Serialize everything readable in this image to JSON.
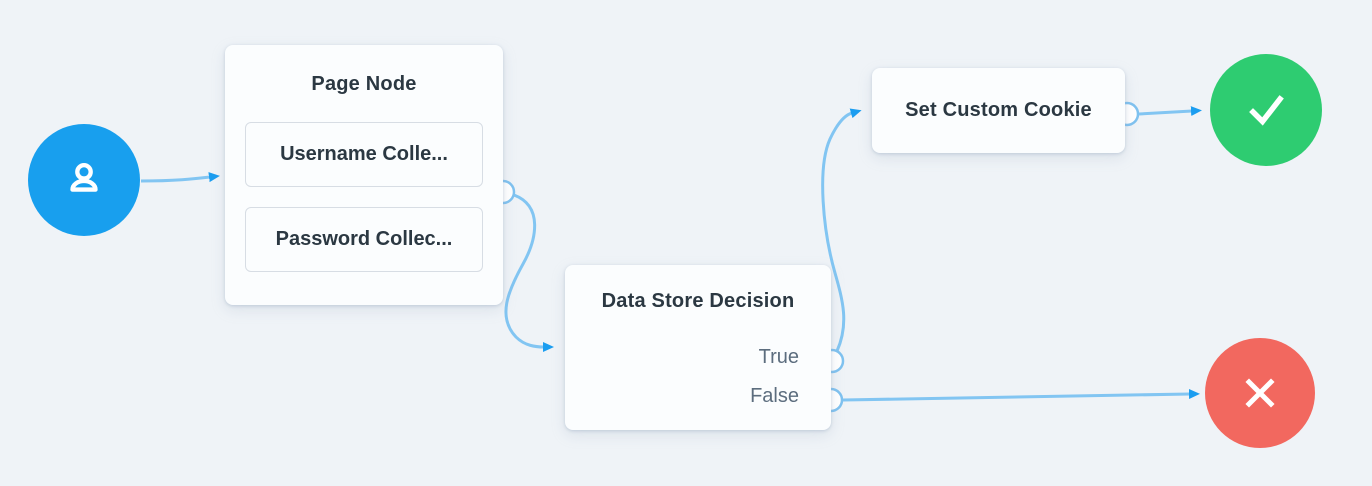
{
  "colors": {
    "canvas-bg": "#eff3f7",
    "card-bg": "#fbfdfe",
    "node-blue": "#189fee",
    "success-green": "#2ecc71",
    "error-red": "#f2685f",
    "edge-line": "#82c5f2",
    "edge-arrow": "#1b9df0",
    "port-stroke": "#7fc2f0",
    "title-text": "#2b3842",
    "label-text": "#5c6d7e",
    "field-border": "#d7dde4"
  },
  "nodes": {
    "start": {
      "icon": "user-icon"
    },
    "page": {
      "title": "Page Node",
      "fields": [
        {
          "label": "Username Colle..."
        },
        {
          "label": "Password Collec..."
        }
      ]
    },
    "decision": {
      "title": "Data Store Decision",
      "outputs": [
        {
          "label": "True"
        },
        {
          "label": "False"
        }
      ]
    },
    "cookie": {
      "title": "Set Custom Cookie"
    },
    "success": {
      "icon": "check-icon"
    },
    "failure": {
      "icon": "x-icon"
    }
  }
}
